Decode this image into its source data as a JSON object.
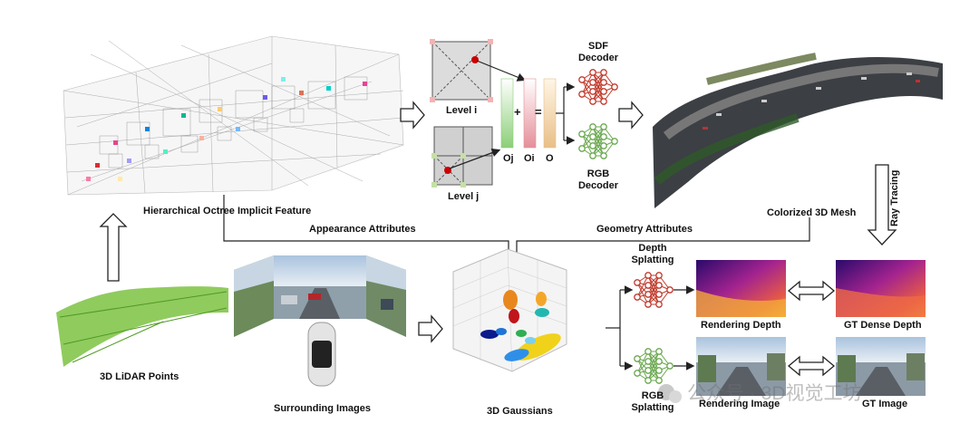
{
  "labels": {
    "octree": "Hierarchical Octree Implicit Feature",
    "level_i": "Level i",
    "level_j": "Level j",
    "oj": "Oj",
    "oi": "Oi",
    "o": "O",
    "plus": "+",
    "equals": "=",
    "sdf_decoder_1": "SDF",
    "sdf_decoder_2": "Decoder",
    "rgb_decoder_1": "RGB",
    "rgb_decoder_2": "Decoder",
    "colorized_mesh": "Colorized 3D Mesh",
    "ray_tracing": "Ray Tracing",
    "appearance": "Appearance Attributes",
    "geometry": "Geometry Attributes",
    "lidar": "3D LiDAR Points",
    "surrounding": "Surrounding Images",
    "gaussians": "3D Gaussians",
    "depth_splat_1": "Depth",
    "depth_splat_2": "Splatting",
    "rgb_splat_1": "RGB",
    "rgb_splat_2": "Splatting",
    "rendering_depth": "Rendering Depth",
    "gt_dense_depth": "GT Dense Depth",
    "rendering_image": "Rendering Image",
    "gt_image": "GT Image",
    "watermark": "公众号 · 3D视觉工坊"
  },
  "colors": {
    "sdf_net": "#c0392b",
    "rgb_net": "#6aa84f",
    "oj_bar": "#9bd58a",
    "oi_bar": "#e8a0a8",
    "o_bar": "#f0d2a0",
    "lidar": "#7cc242",
    "road": "#4a4e55"
  }
}
